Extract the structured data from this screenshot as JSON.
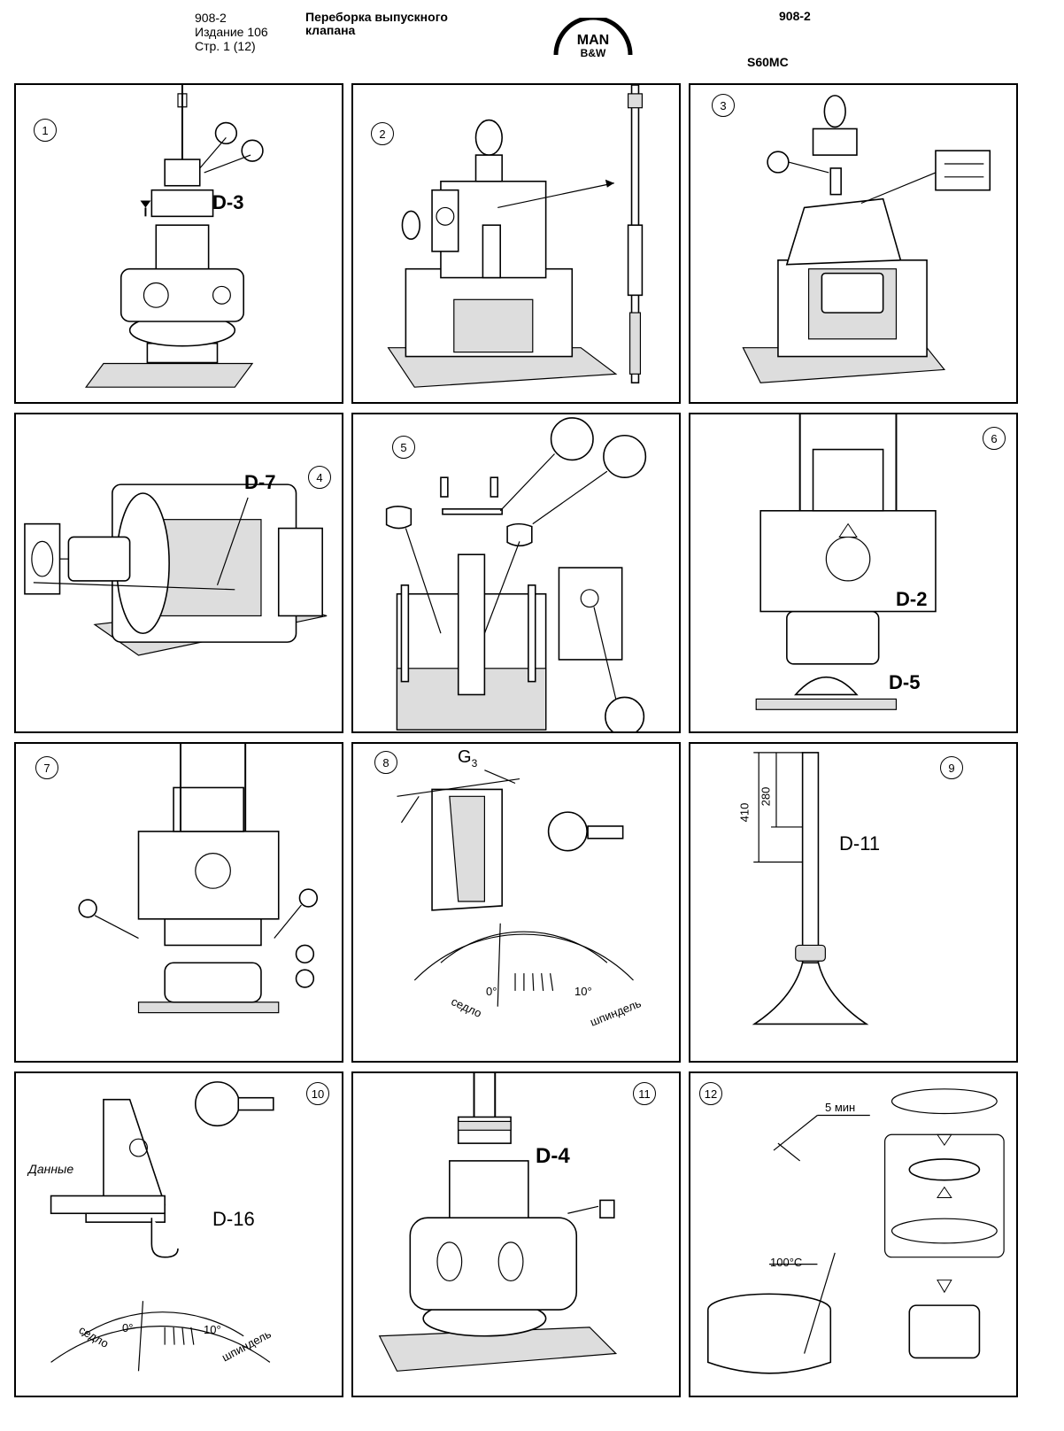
{
  "header": {
    "doc_no": "908-2",
    "edition": "Издание 106",
    "page": "Стр. 1 (12)",
    "title_line1": "Переборка выпускного",
    "title_line2": "клапана",
    "doc_no_right": "908-2",
    "model": "S60MC",
    "logo_text_top": "MAN",
    "logo_text_bottom": "B&W"
  },
  "panels": [
    {
      "number": "1",
      "label": "D-3"
    },
    {
      "number": "2",
      "label": ""
    },
    {
      "number": "3",
      "label": ""
    },
    {
      "number": "4",
      "label": "D-7"
    },
    {
      "number": "5",
      "label": ""
    },
    {
      "number": "6",
      "label": "D-2",
      "label2": "D-5"
    },
    {
      "number": "7",
      "label": ""
    },
    {
      "number": "8",
      "label": "G",
      "sub": "3",
      "seat": "седло",
      "zero": "0°",
      "ten": "10°",
      "spindle": "шпиндель"
    },
    {
      "number": "9",
      "label": "D-11",
      "dim1": "410",
      "dim2": "280"
    },
    {
      "number": "10",
      "label": "D-16",
      "data_label": "Данные",
      "seat": "седло",
      "zero": "0°",
      "ten": "10°",
      "spindle": "шпиндель"
    },
    {
      "number": "11",
      "label": "D-4"
    },
    {
      "number": "12",
      "time": "5 мин",
      "temp": "100°C"
    }
  ]
}
